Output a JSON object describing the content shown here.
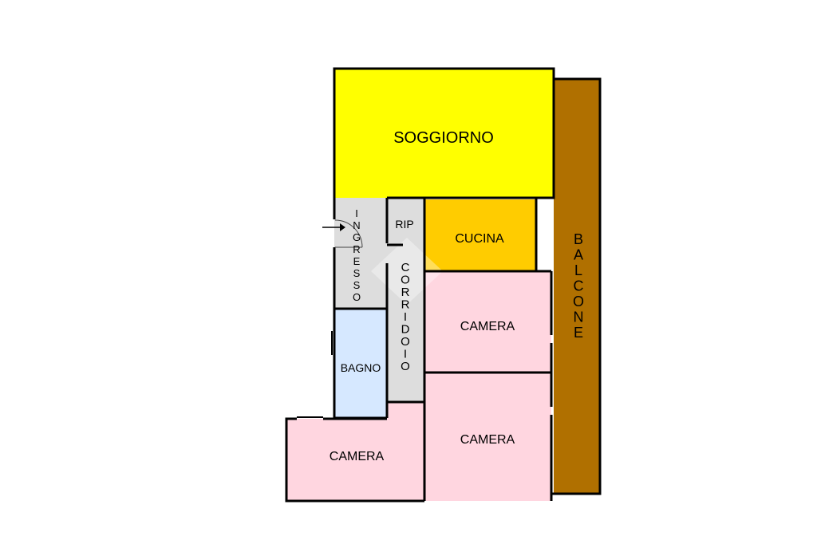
{
  "rooms": {
    "soggiorno": {
      "label": "SOGGIORNO",
      "color": "#ffff00"
    },
    "balcone": {
      "label": "BALCONE",
      "letters": [
        "B",
        "A",
        "L",
        "C",
        "O",
        "N",
        "E"
      ],
      "color": "#b07000"
    },
    "cucina": {
      "label": "CUCINA",
      "color": "#ffcc00"
    },
    "rip": {
      "label": "RIP",
      "color": "#dddddd"
    },
    "ingresso": {
      "label": "INGRESSO",
      "letters": [
        "I",
        "N",
        "G",
        "R",
        "E",
        "S",
        "S",
        "O"
      ],
      "color": "#dddddd"
    },
    "corridoio": {
      "label": "CORRIDOIO",
      "letters": [
        "C",
        "O",
        "R",
        "R",
        "I",
        "D",
        "O",
        "I",
        "O"
      ],
      "color": "#dddddd"
    },
    "bagno": {
      "label": "BAGNO",
      "color": "#d6e8ff"
    },
    "camera_right_top": {
      "label": "CAMERA",
      "color": "#ffd6e0"
    },
    "camera_right_bottom": {
      "label": "CAMERA",
      "color": "#ffd6e0"
    },
    "camera_left": {
      "label": "CAMERA",
      "color": "#ffd6e0"
    }
  },
  "entrance": {
    "icon": "arrow-right-icon"
  }
}
